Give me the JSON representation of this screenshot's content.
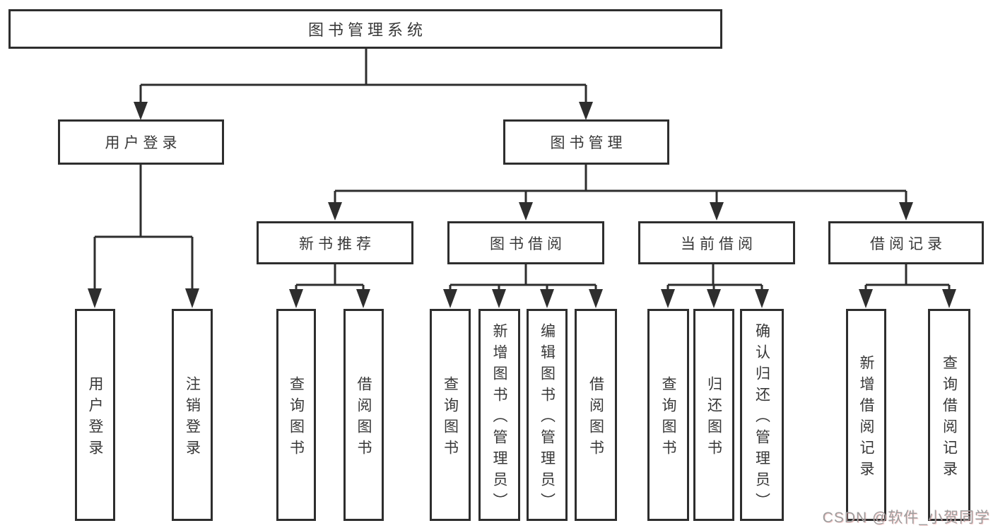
{
  "tree": {
    "label": "图书管理系统",
    "children": [
      {
        "label": "用户登录",
        "children": [
          {
            "label": "用户登录"
          },
          {
            "label": "注销登录"
          }
        ]
      },
      {
        "label": "图书管理",
        "children": [
          {
            "label": "新书推荐",
            "children": [
              {
                "label": "查询图书"
              },
              {
                "label": "借阅图书"
              }
            ]
          },
          {
            "label": "图书借阅",
            "children": [
              {
                "label": "查询图书"
              },
              {
                "label": "新增图书（管理员）"
              },
              {
                "label": "编辑图书（管理员）"
              },
              {
                "label": "借阅图书"
              }
            ]
          },
          {
            "label": "当前借阅",
            "children": [
              {
                "label": "查询图书"
              },
              {
                "label": "归还图书"
              },
              {
                "label": "确认归还（管理员）"
              }
            ]
          },
          {
            "label": "借阅记录",
            "children": [
              {
                "label": "新增借阅记录"
              },
              {
                "label": "查询借阅记录"
              }
            ]
          }
        ]
      }
    ]
  },
  "watermark": {
    "text": "CSDN @软件_小贺同学"
  },
  "colors": {
    "line": "#2e2e2e",
    "text": "#383838",
    "background": "#ffffff",
    "watermark": "#9d9d9d"
  }
}
